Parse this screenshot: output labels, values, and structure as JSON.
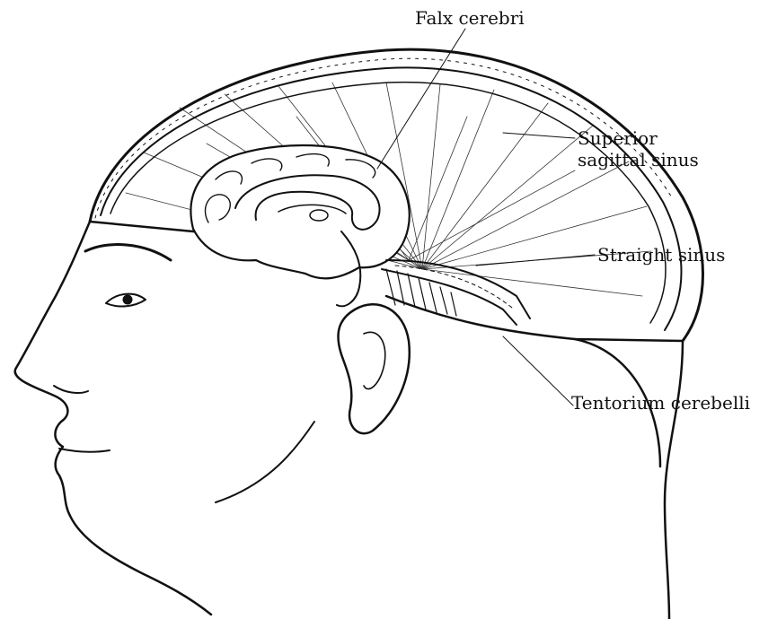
{
  "labels": {
    "falx_cerebri": "Falx cerebri",
    "superior_sagittal_sinus_line1": "Superior",
    "superior_sagittal_sinus_line2": "sagittal sinus",
    "straight_sinus": "Straight sinus",
    "tentorium_cerebelli": "Tentorium cerebelli"
  },
  "colors": {
    "ink": "#111111",
    "paper": "#ffffff"
  }
}
